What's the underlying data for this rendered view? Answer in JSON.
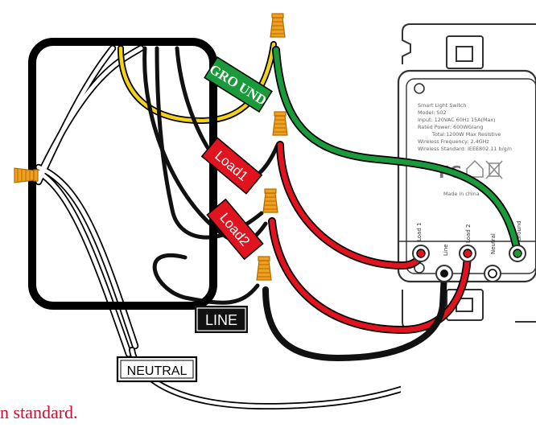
{
  "labels": {
    "ground": "GRO UND",
    "load1": "Load1",
    "load2": "Load2",
    "line": "LINE",
    "neutral": "NEUTRAL"
  },
  "device": {
    "title": "Smart Light Switch",
    "model": "Model: S02",
    "input": "Input: 120VAC  60Hz  15A(Max)",
    "rated_power": "Rated Power: 600WGlang",
    "total": "Total:1200W Max  Resistive",
    "frequency": "Wireless Frequency: 2.4GHz",
    "standard": "Wireless Standard: IEEE802.11 b/g/n",
    "made_in": "Made in china",
    "fcc": "FC",
    "terminals": {
      "load1": "Load 1",
      "line": "Line",
      "load2": "Load 2",
      "neutral": "Neutral",
      "ground": "Ground"
    }
  },
  "caption": "n standard.",
  "colors": {
    "ground_wire": "#1a9a3a",
    "load_wire": "#e0141e",
    "hot_wire": "#111111",
    "neutral_wire": "#ffffff",
    "connector": "#f0a020",
    "yellow_wire": "#f2d21a"
  }
}
